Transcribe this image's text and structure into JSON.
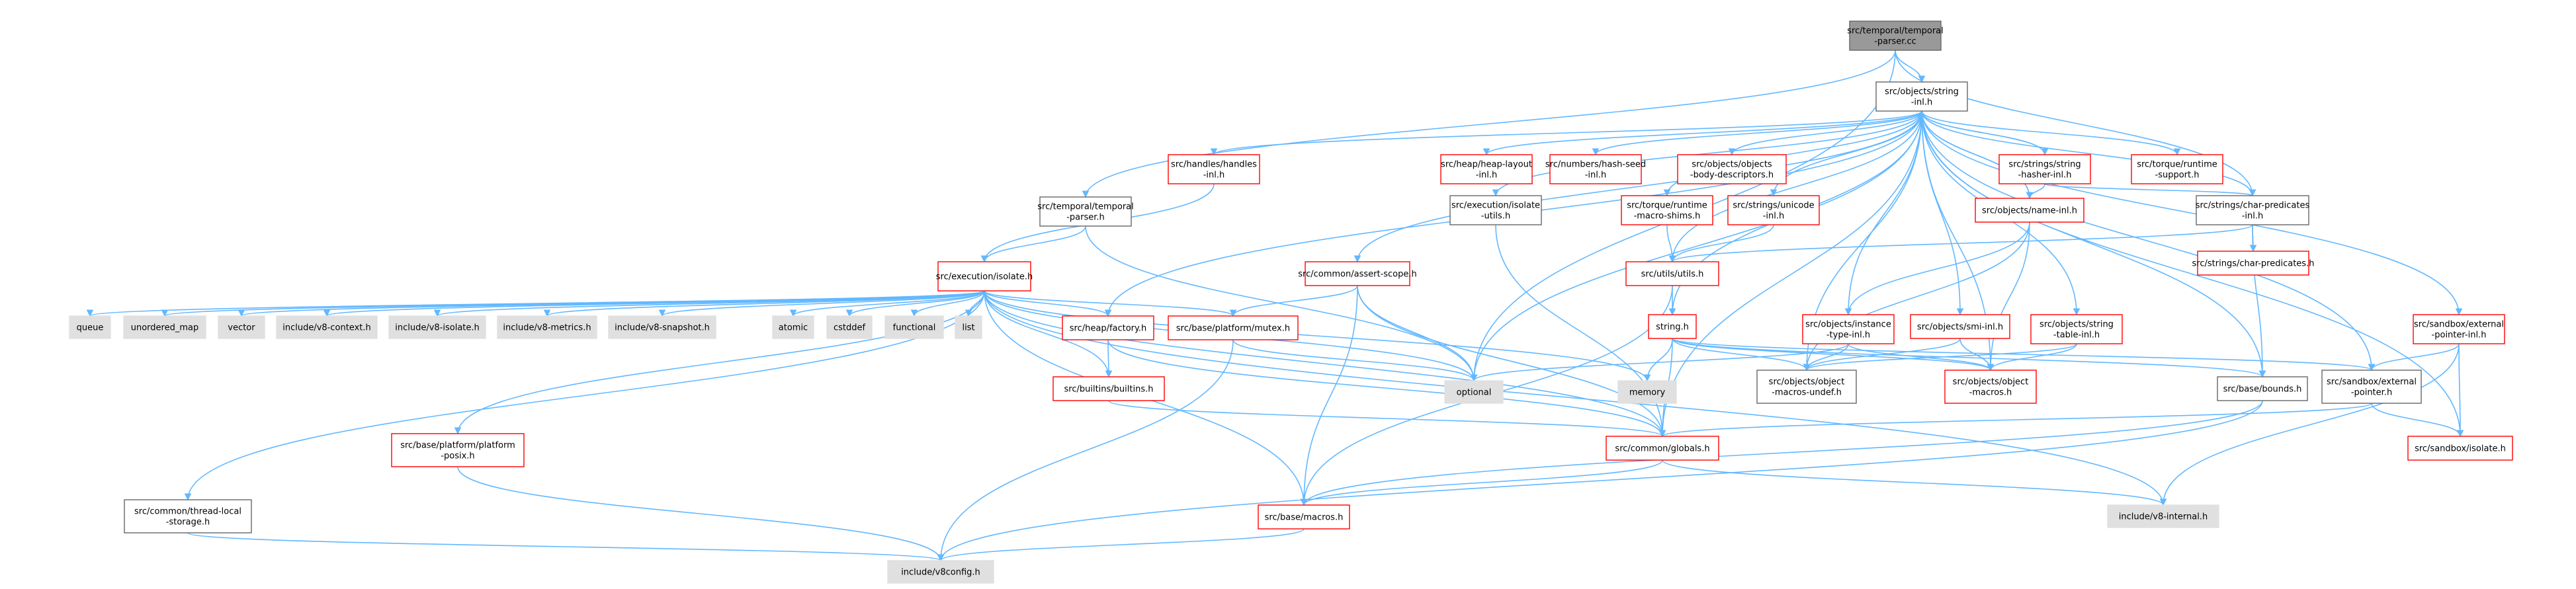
{
  "style": {
    "edge_color": "#63b8ff",
    "box_border_normal": "#666666",
    "box_border_missing": "#ff0000",
    "box_fill_root": "#999999",
    "box_fill_system": "#e0e0e0",
    "box_fill_normal": "#ffffff"
  },
  "nodes": [
    {
      "id": "root",
      "label": [
        "src/temporal/temporal",
        "-parser.cc"
      ],
      "kind": "root"
    },
    {
      "id": "string_inl",
      "label": [
        "src/objects/string",
        "-inl.h"
      ],
      "kind": "normal"
    },
    {
      "id": "handles_inl",
      "label": [
        "src/handles/handles",
        "-inl.h"
      ],
      "kind": "missing"
    },
    {
      "id": "temporal_parser_h",
      "label": [
        "src/temporal/temporal",
        "-parser.h"
      ],
      "kind": "normal"
    },
    {
      "id": "isolate_h",
      "label": [
        "src/execution/isolate.h"
      ],
      "kind": "missing"
    },
    {
      "id": "heap_layout",
      "label": [
        "src/heap/heap-layout",
        "-inl.h"
      ],
      "kind": "missing"
    },
    {
      "id": "hash_seed",
      "label": [
        "src/numbers/hash-seed",
        "-inl.h"
      ],
      "kind": "missing"
    },
    {
      "id": "body_desc",
      "label": [
        "src/objects/objects",
        "-body-descriptors.h"
      ],
      "kind": "missing"
    },
    {
      "id": "isolate_utils",
      "label": [
        "src/execution/isolate",
        "-utils.h"
      ],
      "kind": "normal"
    },
    {
      "id": "macro_shims",
      "label": [
        "src/torque/runtime",
        "-macro-shims.h"
      ],
      "kind": "missing"
    },
    {
      "id": "unicode_inl",
      "label": [
        "src/strings/unicode",
        "-inl.h"
      ],
      "kind": "missing"
    },
    {
      "id": "hasher_inl",
      "label": [
        "src/strings/string",
        "-hasher-inl.h"
      ],
      "kind": "missing"
    },
    {
      "id": "name_inl",
      "label": [
        "src/objects/name-inl.h"
      ],
      "kind": "missing"
    },
    {
      "id": "runtime_support",
      "label": [
        "src/torque/runtime",
        "-support.h"
      ],
      "kind": "missing"
    },
    {
      "id": "char_pred_inl",
      "label": [
        "src/strings/char-predicates",
        "-inl.h"
      ],
      "kind": "normal"
    },
    {
      "id": "char_pred",
      "label": [
        "src/strings/char-predicates.h"
      ],
      "kind": "missing"
    },
    {
      "id": "assert_scope",
      "label": [
        "src/common/assert-scope.h"
      ],
      "kind": "missing"
    },
    {
      "id": "utils_h",
      "label": [
        "src/utils/utils.h"
      ],
      "kind": "missing"
    },
    {
      "id": "string_h",
      "label": [
        "string.h"
      ],
      "kind": "missing"
    },
    {
      "id": "instance_type_inl",
      "label": [
        "src/objects/instance",
        "-type-inl.h"
      ],
      "kind": "missing"
    },
    {
      "id": "smi_inl",
      "label": [
        "src/objects/smi-inl.h"
      ],
      "kind": "missing"
    },
    {
      "id": "string_table_inl",
      "label": [
        "src/objects/string",
        "-table-inl.h"
      ],
      "kind": "missing"
    },
    {
      "id": "ext_ptr_inl",
      "label": [
        "src/sandbox/external",
        "-pointer-inl.h"
      ],
      "kind": "missing"
    },
    {
      "id": "queue",
      "label": [
        "queue"
      ],
      "kind": "system"
    },
    {
      "id": "unordered_map",
      "label": [
        "unordered_map"
      ],
      "kind": "system"
    },
    {
      "id": "vector",
      "label": [
        "vector"
      ],
      "kind": "system"
    },
    {
      "id": "v8_context",
      "label": [
        "include/v8-context.h"
      ],
      "kind": "system"
    },
    {
      "id": "v8_isolate",
      "label": [
        "include/v8-isolate.h"
      ],
      "kind": "system"
    },
    {
      "id": "v8_metrics",
      "label": [
        "include/v8-metrics.h"
      ],
      "kind": "system"
    },
    {
      "id": "v8_snapshot",
      "label": [
        "include/v8-snapshot.h"
      ],
      "kind": "system"
    },
    {
      "id": "atomic",
      "label": [
        "atomic"
      ],
      "kind": "system"
    },
    {
      "id": "cstddef",
      "label": [
        "cstddef"
      ],
      "kind": "system"
    },
    {
      "id": "functional",
      "label": [
        "functional"
      ],
      "kind": "system"
    },
    {
      "id": "list",
      "label": [
        "list"
      ],
      "kind": "system"
    },
    {
      "id": "heap_factory",
      "label": [
        "src/heap/factory.h"
      ],
      "kind": "missing"
    },
    {
      "id": "mutex_h",
      "label": [
        "src/base/platform/mutex.h"
      ],
      "kind": "missing"
    },
    {
      "id": "optional",
      "label": [
        "optional"
      ],
      "kind": "system"
    },
    {
      "id": "memory",
      "label": [
        "memory"
      ],
      "kind": "system"
    },
    {
      "id": "builtins_h",
      "label": [
        "src/builtins/builtins.h"
      ],
      "kind": "missing"
    },
    {
      "id": "obj_macros_undef",
      "label": [
        "src/objects/object",
        "-macros-undef.h"
      ],
      "kind": "normal"
    },
    {
      "id": "obj_macros",
      "label": [
        "src/objects/object",
        "-macros.h"
      ],
      "kind": "missing"
    },
    {
      "id": "bounds_h",
      "label": [
        "src/base/bounds.h"
      ],
      "kind": "normal"
    },
    {
      "id": "ext_ptr_h",
      "label": [
        "src/sandbox/external",
        "-pointer.h"
      ],
      "kind": "normal"
    },
    {
      "id": "sandbox_isolate",
      "label": [
        "src/sandbox/isolate.h"
      ],
      "kind": "missing"
    },
    {
      "id": "platform_posix",
      "label": [
        "src/base/platform/platform",
        "-posix.h"
      ],
      "kind": "missing"
    },
    {
      "id": "globals_h",
      "label": [
        "src/common/globals.h"
      ],
      "kind": "missing"
    },
    {
      "id": "thread_local",
      "label": [
        "src/common/thread-local",
        "-storage.h"
      ],
      "kind": "normal"
    },
    {
      "id": "macros_h",
      "label": [
        "src/base/macros.h"
      ],
      "kind": "missing"
    },
    {
      "id": "v8_internal",
      "label": [
        "include/v8-internal.h"
      ],
      "kind": "system"
    },
    {
      "id": "v8config",
      "label": [
        "include/v8config.h"
      ],
      "kind": "system"
    }
  ],
  "edges": [
    [
      "root",
      "string_inl"
    ],
    [
      "root",
      "temporal_parser_h"
    ],
    [
      "root",
      "char_pred_inl"
    ],
    [
      "root",
      "optional"
    ],
    [
      "string_inl",
      "handles_inl"
    ],
    [
      "string_inl",
      "heap_layout"
    ],
    [
      "string_inl",
      "hash_seed"
    ],
    [
      "string_inl",
      "body_desc"
    ],
    [
      "string_inl",
      "isolate_utils"
    ],
    [
      "string_inl",
      "macro_shims"
    ],
    [
      "string_inl",
      "unicode_inl"
    ],
    [
      "string_inl",
      "hasher_inl"
    ],
    [
      "string_inl",
      "name_inl"
    ],
    [
      "string_inl",
      "runtime_support"
    ],
    [
      "string_inl",
      "char_pred_inl"
    ],
    [
      "string_inl",
      "assert_scope"
    ],
    [
      "string_inl",
      "utils_h"
    ],
    [
      "string_inl",
      "string_h"
    ],
    [
      "string_inl",
      "instance_type_inl"
    ],
    [
      "string_inl",
      "smi_inl"
    ],
    [
      "string_inl",
      "string_table_inl"
    ],
    [
      "string_inl",
      "ext_ptr_inl"
    ],
    [
      "string_inl",
      "heap_factory"
    ],
    [
      "string_inl",
      "optional"
    ],
    [
      "string_inl",
      "obj_macros_undef"
    ],
    [
      "string_inl",
      "obj_macros"
    ],
    [
      "string_inl",
      "bounds_h"
    ],
    [
      "string_inl",
      "ext_ptr_h"
    ],
    [
      "string_inl",
      "sandbox_isolate"
    ],
    [
      "string_inl",
      "globals_h"
    ],
    [
      "handles_inl",
      "isolate_h"
    ],
    [
      "temporal_parser_h",
      "isolate_h"
    ],
    [
      "temporal_parser_h",
      "optional"
    ],
    [
      "isolate_utils",
      "globals_h"
    ],
    [
      "macro_shims",
      "utils_h"
    ],
    [
      "unicode_inl",
      "utils_h"
    ],
    [
      "hasher_inl",
      "name_inl"
    ],
    [
      "hasher_inl",
      "char_pred_inl"
    ],
    [
      "hasher_inl",
      "string_inl"
    ],
    [
      "name_inl",
      "instance_type_inl"
    ],
    [
      "name_inl",
      "obj_macros"
    ],
    [
      "name_inl",
      "obj_macros_undef"
    ],
    [
      "name_inl",
      "string_inl"
    ],
    [
      "char_pred_inl",
      "char_pred"
    ],
    [
      "char_pred_inl",
      "utils_h"
    ],
    [
      "char_pred_inl",
      "bounds_h"
    ],
    [
      "isolate_h",
      "queue"
    ],
    [
      "isolate_h",
      "unordered_map"
    ],
    [
      "isolate_h",
      "vector"
    ],
    [
      "isolate_h",
      "v8_context"
    ],
    [
      "isolate_h",
      "v8_isolate"
    ],
    [
      "isolate_h",
      "v8_metrics"
    ],
    [
      "isolate_h",
      "v8_snapshot"
    ],
    [
      "isolate_h",
      "atomic"
    ],
    [
      "isolate_h",
      "cstddef"
    ],
    [
      "isolate_h",
      "functional"
    ],
    [
      "isolate_h",
      "list"
    ],
    [
      "isolate_h",
      "heap_factory"
    ],
    [
      "isolate_h",
      "mutex_h"
    ],
    [
      "isolate_h",
      "builtins_h"
    ],
    [
      "isolate_h",
      "optional"
    ],
    [
      "isolate_h",
      "memory"
    ],
    [
      "isolate_h",
      "platform_posix"
    ],
    [
      "isolate_h",
      "thread_local"
    ],
    [
      "isolate_h",
      "globals_h"
    ],
    [
      "isolate_h",
      "macros_h"
    ],
    [
      "isolate_h",
      "v8_internal"
    ],
    [
      "assert_scope",
      "mutex_h"
    ],
    [
      "assert_scope",
      "optional"
    ],
    [
      "assert_scope",
      "globals_h"
    ],
    [
      "assert_scope",
      "macros_h"
    ],
    [
      "utils_h",
      "string_h"
    ],
    [
      "utils_h",
      "macros_h"
    ],
    [
      "string_h",
      "memory"
    ],
    [
      "string_h",
      "globals_h"
    ],
    [
      "string_h",
      "obj_macros_undef"
    ],
    [
      "string_h",
      "obj_macros"
    ],
    [
      "string_h",
      "bounds_h"
    ],
    [
      "string_h",
      "ext_ptr_h"
    ],
    [
      "instance_type_inl",
      "optional"
    ],
    [
      "instance_type_inl",
      "obj_macros_undef"
    ],
    [
      "instance_type_inl",
      "obj_macros"
    ],
    [
      "smi_inl",
      "obj_macros_undef"
    ],
    [
      "smi_inl",
      "obj_macros"
    ],
    [
      "string_table_inl",
      "obj_macros"
    ],
    [
      "string_table_inl",
      "obj_macros_undef"
    ],
    [
      "ext_ptr_inl",
      "ext_ptr_h"
    ],
    [
      "ext_ptr_inl",
      "sandbox_isolate"
    ],
    [
      "ext_ptr_inl",
      "v8_internal"
    ],
    [
      "heap_factory",
      "builtins_h"
    ],
    [
      "heap_factory",
      "globals_h"
    ],
    [
      "mutex_h",
      "optional"
    ],
    [
      "mutex_h",
      "v8config"
    ],
    [
      "builtins_h",
      "globals_h"
    ],
    [
      "bounds_h",
      "macros_h"
    ],
    [
      "bounds_h",
      "v8config"
    ],
    [
      "ext_ptr_h",
      "globals_h"
    ],
    [
      "ext_ptr_h",
      "sandbox_isolate"
    ],
    [
      "platform_posix",
      "v8config"
    ],
    [
      "globals_h",
      "macros_h"
    ],
    [
      "globals_h",
      "v8_internal"
    ],
    [
      "thread_local",
      "v8config"
    ],
    [
      "macros_h",
      "v8config"
    ]
  ]
}
